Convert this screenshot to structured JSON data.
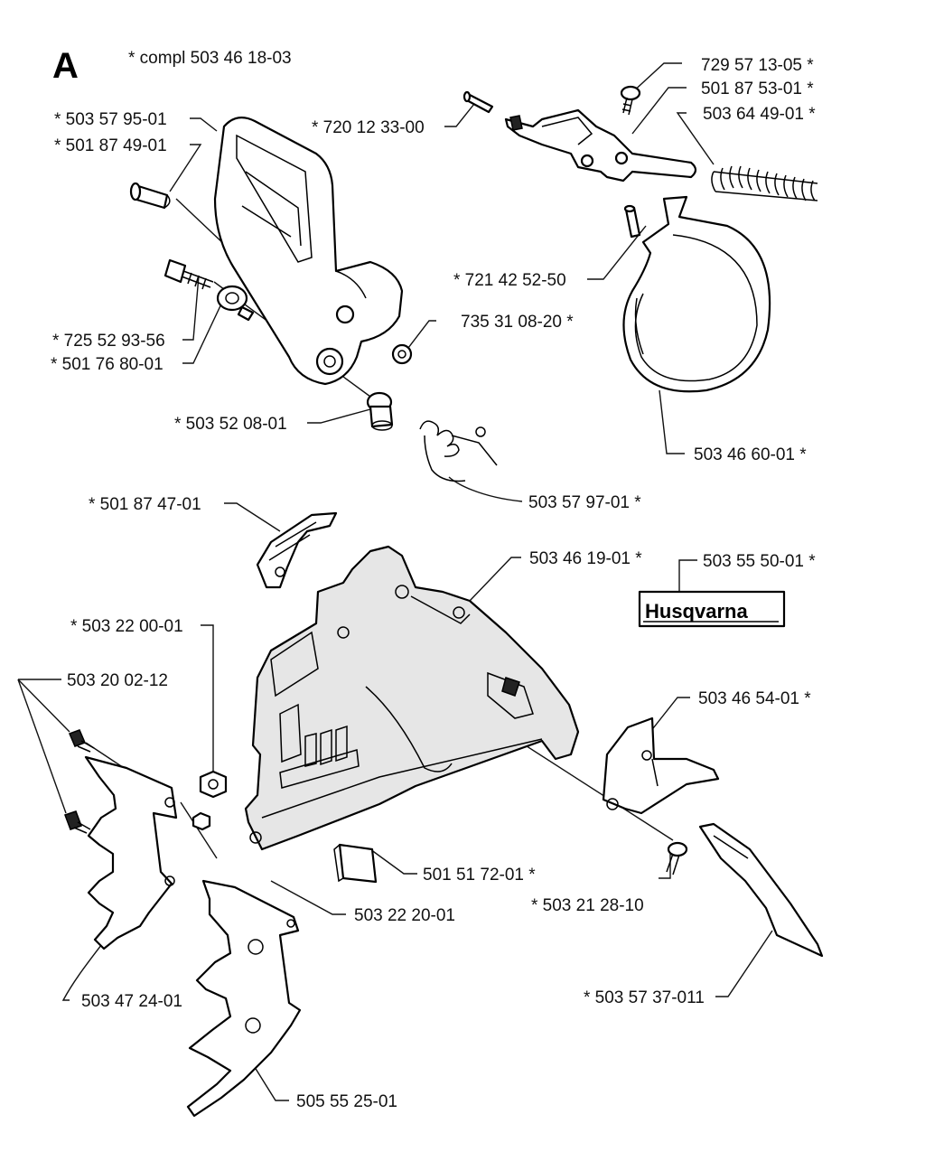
{
  "section_letter": "A",
  "labels": {
    "compl": "* compl 503 46 18-03",
    "p729571305": "729 57 13-05 *",
    "p501875301": "501 87 53-01 *",
    "p503644901": "503 64 49-01 *",
    "p720123300": "* 720 12 33-00",
    "p503579501": "* 503 57 95-01",
    "p501874901": "* 501 87 49-01",
    "p721425250": "* 721 42 52-50",
    "p735310820": "735 31 08-20 *",
    "p725529356": "* 725 52 93-56",
    "p501768001": "* 501 76 80-01",
    "p503520801": "* 503 52 08-01",
    "p503466001": "503 46 60-01 *",
    "p503579701": "503 57 97-01 *",
    "p501874701": "* 501 87 47-01",
    "p503461901": "503 46 19-01 *",
    "p503555001": "503 55 50-01 *",
    "p503220001": "* 503 22 00-01",
    "p503200212": "503 20 02-12",
    "p503465401": "503 46 54-01 *",
    "p501517201": "501 51 72-01 *",
    "p503212810": "* 503 21 28-10",
    "p503222001": "503 22 20-01",
    "p503472401": "503 47 24-01",
    "p503573701": "* 503 57 37-011",
    "p505552501": "505 55 25-01"
  },
  "decal_text": "Husqvarna"
}
